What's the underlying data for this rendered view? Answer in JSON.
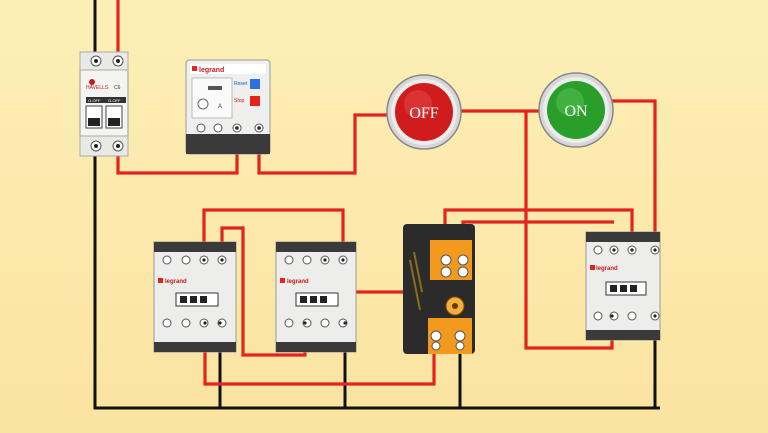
{
  "breaker": {
    "brand": "HAVELLS",
    "rating": "C6",
    "state_left": "O-OFF",
    "state_right": "O-OFF"
  },
  "timer_relay": {
    "brand": "legrand",
    "reset_label": "Reset",
    "stop_label": "Stop",
    "unit": "A"
  },
  "off_button": {
    "label": "OFF",
    "color": "#d01c1c"
  },
  "on_button": {
    "label": "ON",
    "color": "#2a9e2a"
  },
  "contactors": [
    {
      "brand": "legrand"
    },
    {
      "brand": "legrand"
    },
    {
      "brand": "legrand"
    }
  ],
  "colors": {
    "live_wire": "#e3241c",
    "neutral_wire": "#111111",
    "background": "#fbe8a8"
  }
}
